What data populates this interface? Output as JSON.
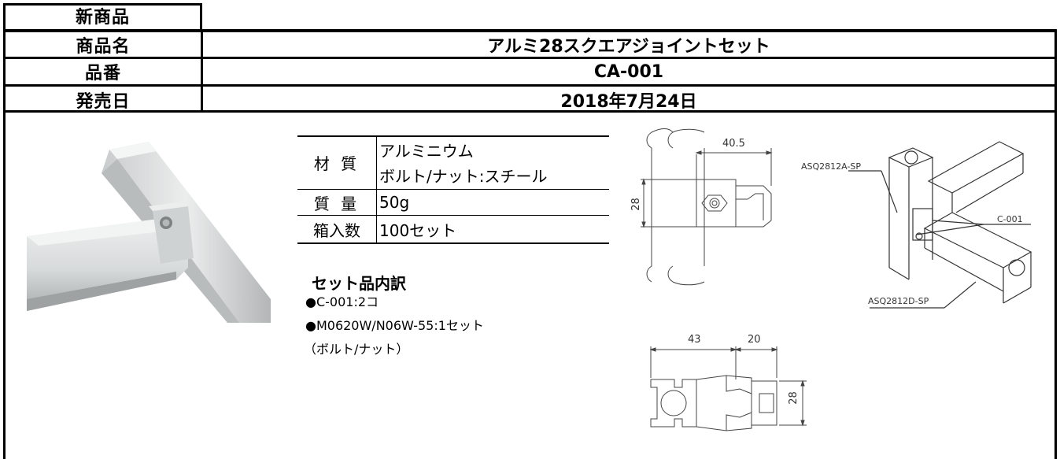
{
  "header": {
    "new_tag": "新商品",
    "product_name_label": "商品名",
    "product_name": "アルミ28スクエアジョイントセット",
    "code_label": "品番",
    "code": "CA-001",
    "release_label": "発売日",
    "release_date": "2018年7月24日"
  },
  "spec": {
    "material_label": "材 質",
    "material_line1": "アルミニウム",
    "material_line2": "ボルト/ナット:スチール",
    "weight_label": "質 量",
    "weight_value": "50g",
    "box_label": "箱入数",
    "box_value": "100セット"
  },
  "contents": {
    "title": "セット品内訳",
    "items": [
      "●C-001:2コ",
      "●M0620W/N06W-55:1セット",
      "（ボルト/ナット）"
    ]
  },
  "drawing": {
    "dim_40_5": "40.5",
    "dim_28_left": "28",
    "dim_43": "43",
    "dim_20": "20",
    "dim_28_bottom": "28",
    "label_a": "ASQ2812A-SP",
    "label_c": "C-001",
    "label_d": "ASQ2812D-SP"
  },
  "colors": {
    "border": "#000000",
    "aluminum_light": "#e4e6e6",
    "aluminum_mid": "#c4c7c7",
    "aluminum_dark": "#9a9d9e"
  }
}
